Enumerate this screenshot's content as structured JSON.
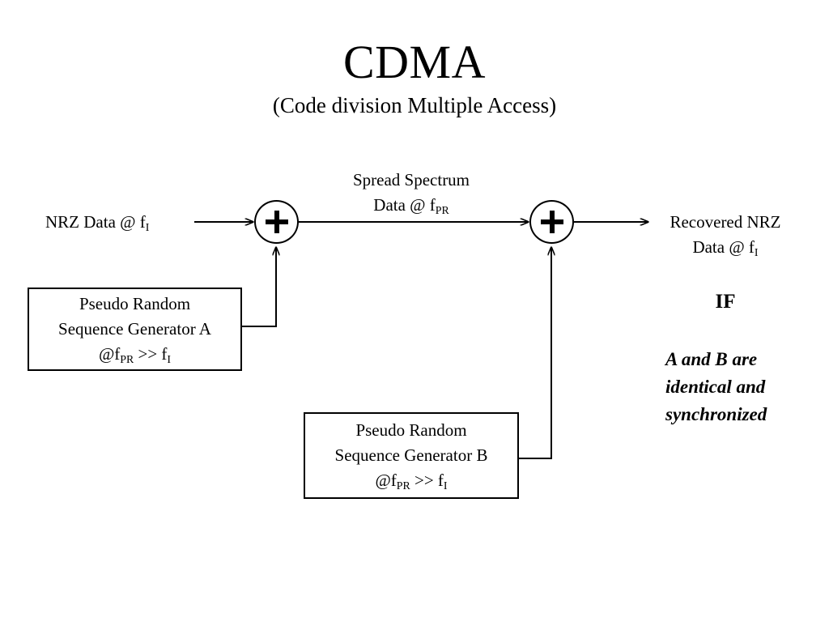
{
  "slide": {
    "title": "CDMA",
    "subtitle": "(Code division Multiple Access)"
  },
  "diagram": {
    "input_label": {
      "text": "NRZ Data @ f",
      "sub": "I"
    },
    "link_label": {
      "line1": "Spread Spectrum",
      "line2_pre": "Data @ f",
      "line2_sub": "PR"
    },
    "output_label": {
      "line1": "Recovered NRZ",
      "line2_pre": "Data @ f",
      "line2_sub": "I"
    },
    "summer_a": {
      "symbol": "+"
    },
    "summer_b": {
      "symbol": "+"
    },
    "generator_a": {
      "line1": "Pseudo Random",
      "line2": "Sequence Generator A",
      "line3_pre": "@f",
      "line3_sub1": "PR",
      "line3_mid": " >> f",
      "line3_sub2": "I"
    },
    "generator_b": {
      "line1": "Pseudo Random",
      "line2": "Sequence Generator B",
      "line3_pre": "@f",
      "line3_sub1": "PR",
      "line3_mid": " >> f",
      "line3_sub2": "I"
    },
    "condition": {
      "keyword": "IF",
      "line1": "A and B are",
      "line2": "identical and",
      "line3": "synchronized"
    }
  },
  "style": {
    "stroke": "#000000",
    "background": "#ffffff"
  }
}
